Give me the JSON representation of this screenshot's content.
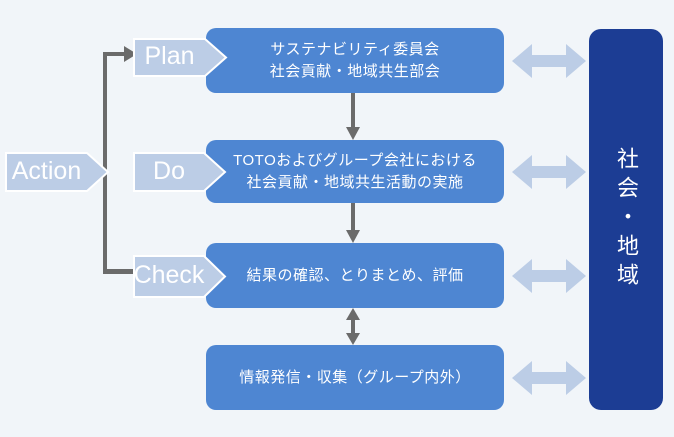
{
  "diagram_title": "PDCA cycle for social contribution / community coexistence activities",
  "labels": {
    "plan": "Plan",
    "do": "Do",
    "check": "Check",
    "action": "Action"
  },
  "boxes": [
    {
      "id": "plan-box",
      "lines": [
        "サステナビリティ委員会",
        "社会貢献・地域共生部会"
      ]
    },
    {
      "id": "do-box",
      "lines": [
        "TOTOおよびグループ会社における",
        "社会貢献・地域共生活動の実施"
      ]
    },
    {
      "id": "check-box",
      "lines": [
        "結果の確認、とりまとめ、評価"
      ]
    },
    {
      "id": "info-box",
      "lines": [
        "情報発信・収集（グループ内外）"
      ]
    }
  ],
  "sidebar": {
    "label": "社会・地域"
  },
  "arrows": {
    "between_boxes": [
      "down",
      "down",
      "bidirectional-vertical"
    ],
    "to_sidebar_count": 4,
    "loop": "Check → Action → Plan"
  },
  "colors": {
    "background": "#f1f5f9",
    "box_blue": "#4e86d2",
    "label_light_blue": "#bccde6",
    "navy": "#1c3d94",
    "arrow_gray": "#6b6b6b",
    "text_white": "#ffffff"
  }
}
